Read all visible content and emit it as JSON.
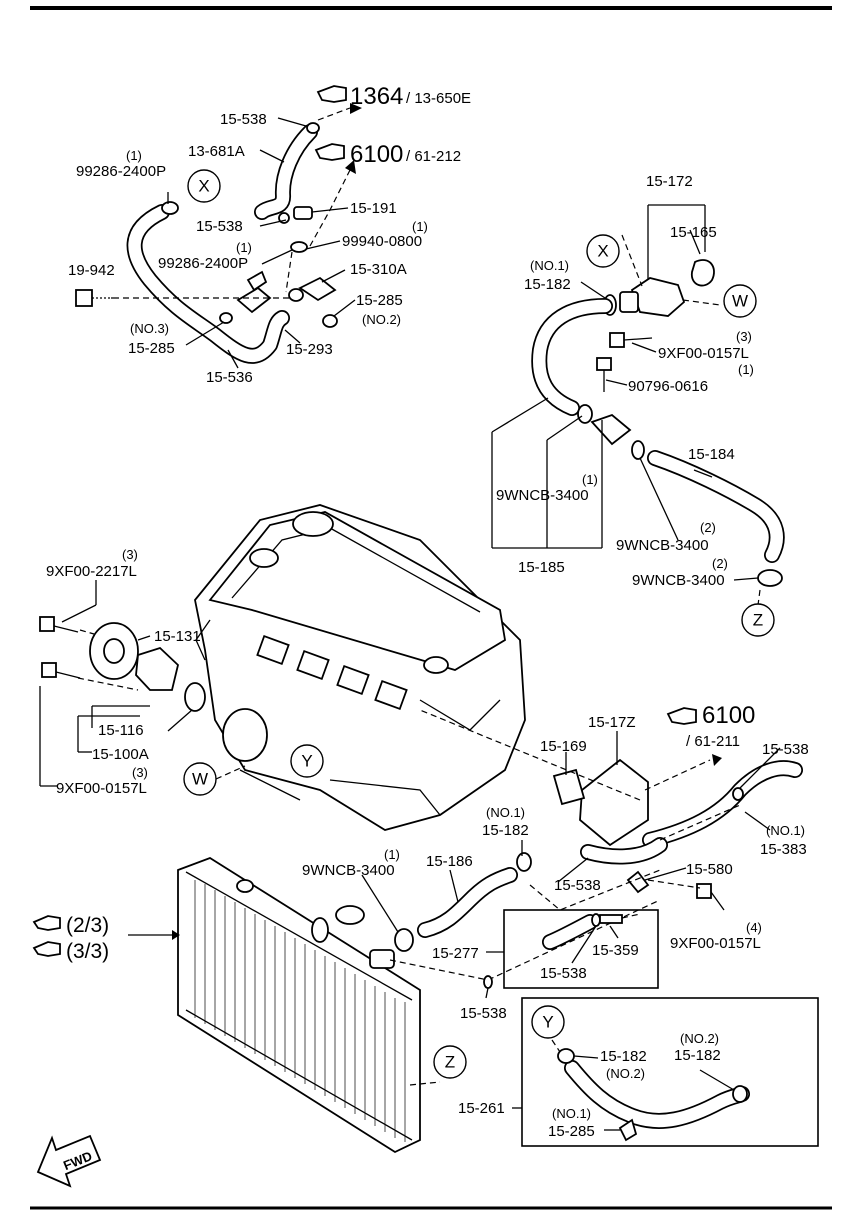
{
  "callouts": {
    "X": "X",
    "W": "W",
    "Y": "Y",
    "Z": "Z"
  },
  "refs": {
    "ref1364_main": "1364",
    "ref1364_sub": "/ 13-650E",
    "ref6100_main": "6100",
    "ref6100_sub": "/ 61-212",
    "ref6100b_main": "6100",
    "ref6100b_sub": "/ 61-211",
    "ref23": "(2/3)",
    "ref33": "(3/3)",
    "fwd": "FWD"
  },
  "labels": {
    "l15_538_a": "15-538",
    "l13_681A": "13-681A",
    "q1_a": "(1)",
    "l99286_a": "99286-2400P",
    "l15_538_b": "15-538",
    "l15_191": "15-191",
    "q1_b": "(1)",
    "l99940": "99940-0800",
    "q1_c": "(1)",
    "l99286_b": "99286-2400P",
    "l15_310A": "15-310A",
    "l19_942": "19-942",
    "l15_285_a": "15-285",
    "no2_a": "(NO.2)",
    "no3_a": "(NO.3)",
    "l15_285_b": "15-285",
    "l15_293": "15-293",
    "l15_536": "15-536",
    "l15_172": "15-172",
    "l15_165": "15-165",
    "no1_a": "(NO.1)",
    "l15_182_a": "15-182",
    "q3_a": "(3)",
    "l9XF00_0157L_a": "9XF00-0157L",
    "q1_d": "(1)",
    "l90796": "90796-0616",
    "l15_184": "15-184",
    "q1_e": "(1)",
    "l9WNCB_a": "9WNCB-3400",
    "q2_a": "(2)",
    "l9WNCB_b": "9WNCB-3400",
    "q2_b": "(2)",
    "l9WNCB_c": "9WNCB-3400",
    "l15_185": "15-185",
    "q3_b": "(3)",
    "l9XF00_2217L": "9XF00-2217L",
    "l15_131": "15-131",
    "l15_116": "15-116",
    "l15_100A": "15-100A",
    "q3_c": "(3)",
    "l9XF00_0157L_b": "9XF00-0157L",
    "l15_17Z": "15-17Z",
    "l15_169": "15-169",
    "l15_538_c": "15-538",
    "no1_b": "(NO.1)",
    "l15_182_b": "15-182",
    "q1_f": "(1)",
    "l9WNCB_d": "9WNCB-3400",
    "l15_186": "15-186",
    "no1_c": "(NO.1)",
    "l15_383": "15-383",
    "l15_580": "15-580",
    "l15_538_d": "15-538",
    "q4": "(4)",
    "l9XF00_0157L_c": "9XF00-0157L",
    "l15_277": "15-277",
    "l15_359": "15-359",
    "l15_538_e": "15-538",
    "l15_538_f": "15-538",
    "l15_182_c": "15-182",
    "no2_b": "(NO.2)",
    "no2_c": "(NO.2)",
    "l15_182_d": "15-182",
    "l15_261": "15-261",
    "no1_d": "(NO.1)",
    "l15_285_c": "15-285"
  }
}
